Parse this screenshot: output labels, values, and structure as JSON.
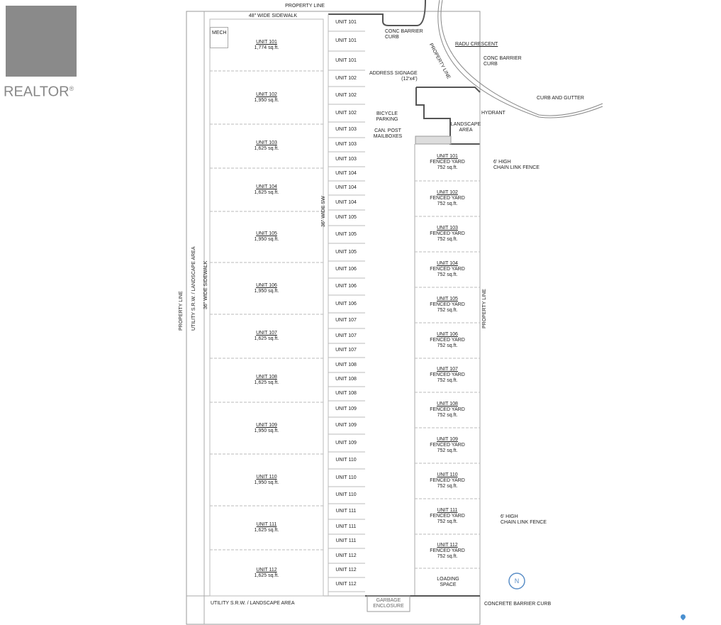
{
  "logo": {
    "text": "REALTOR",
    "mark": "®"
  },
  "labels": {
    "property_line_top": "PROPERTY LINE",
    "sidewalk_48": "48\" WIDE SIDEWALK",
    "mech": "MECH",
    "conc_barrier_curb_1": [
      "CONC BARRIER",
      "CURB"
    ],
    "property_line_curve": "PROPERTY LINE",
    "radu_crescent": "RADU CRESCENT",
    "conc_barrier_curb_2": [
      "CONC BARRIER",
      "CURB"
    ],
    "address_signage": [
      "ADDRESS SIGNAGE",
      "(12'x4')"
    ],
    "curb_and_gutter": "CURB AND GUTTER",
    "bicycle_parking": [
      "BICYCLE",
      "PARKING"
    ],
    "hydrant": "HYDRANT",
    "landscape_area": [
      "LANDSCAPE",
      "AREA"
    ],
    "can_post": [
      "CAN. POST",
      "MAILBOXES"
    ],
    "chain_fence_1": [
      "6' HIGH",
      "CHAIN LINK FENCE"
    ],
    "chain_fence_2": [
      "6' HIGH",
      "CHAIN LINK FENCE"
    ],
    "sw_36": "36\" WIDE SW",
    "property_line_left": "PROPERTY LINE",
    "utility_left": "UTILITY S.R.W. / LANDSCAPE AREA",
    "sidewalk_36_left": "36\" WIDE SIDEWALK",
    "property_line_right": "PROPERTY LINE",
    "loading": [
      "LOADING",
      "SPACE"
    ],
    "utility_bottom": "UTILITY S.R.W. / LANDSCAPE AREA",
    "garbage": [
      "GARBAGE",
      "ENCLOSURE"
    ],
    "concrete_barrier_curb": "CONCRETE BARRIER CURB",
    "north": "N"
  },
  "units": [
    {
      "name": "UNIT 101",
      "area": "1,774 sq.ft."
    },
    {
      "name": "UNIT 102",
      "area": "1,950 sq.ft."
    },
    {
      "name": "UNIT 103",
      "area": "1,625 sq.ft."
    },
    {
      "name": "UNIT 104",
      "area": "1,625 sq.ft."
    },
    {
      "name": "UNIT 105",
      "area": "1,950 sq.ft."
    },
    {
      "name": "UNIT 106",
      "area": "1,950 sq.ft."
    },
    {
      "name": "UNIT 107",
      "area": "1,625 sq.ft."
    },
    {
      "name": "UNIT 108",
      "area": "1,625 sq.ft."
    },
    {
      "name": "UNIT 109",
      "area": "1,950 sq.ft."
    },
    {
      "name": "UNIT 110",
      "area": "1,950 sq.ft."
    },
    {
      "name": "UNIT 111",
      "area": "1,625 sq.ft."
    },
    {
      "name": "UNIT 112",
      "area": "1,625 sq.ft."
    }
  ],
  "stalls": [
    "UNIT 101",
    "UNIT 101",
    "UNIT 101",
    "UNIT 102",
    "UNIT 102",
    "UNIT 102",
    "UNIT 103",
    "UNIT 103",
    "UNIT 103",
    "UNIT 104",
    "UNIT 104",
    "UNIT 104",
    "UNIT 105",
    "UNIT 105",
    "UNIT 105",
    "UNIT 106",
    "UNIT 106",
    "UNIT 106",
    "UNIT 107",
    "UNIT 107",
    "UNIT 107",
    "UNIT 108",
    "UNIT 108",
    "UNIT 108",
    "UNIT 109",
    "UNIT 109",
    "UNIT 109",
    "UNIT 110",
    "UNIT 110",
    "UNIT 110",
    "UNIT 111",
    "UNIT 111",
    "UNIT 111",
    "UNIT 112",
    "UNIT 112",
    "UNIT 112"
  ],
  "yards": [
    {
      "name": "UNIT 101",
      "label": "FENCED YARD",
      "area": "752 sq.ft."
    },
    {
      "name": "UNIT 102",
      "label": "FENCED YARD",
      "area": "752 sq.ft."
    },
    {
      "name": "UNIT 103",
      "label": "FENCED YARD",
      "area": "752 sq.ft."
    },
    {
      "name": "UNIT 104",
      "label": "FENCED YARD",
      "area": "752 sq.ft."
    },
    {
      "name": "UNIT 105",
      "label": "FENCED YARD",
      "area": "752 sq.ft."
    },
    {
      "name": "UNIT 106",
      "label": "FENCED YARD",
      "area": "752 sq.ft."
    },
    {
      "name": "UNIT 107",
      "label": "FENCED YARD",
      "area": "752 sq.ft."
    },
    {
      "name": "UNIT 108",
      "label": "FENCED YARD",
      "area": "752 sq.ft."
    },
    {
      "name": "UNIT 109",
      "label": "FENCED YARD",
      "area": "752 sq.ft."
    },
    {
      "name": "UNIT 110",
      "label": "FENCED YARD",
      "area": "752 sq.ft."
    },
    {
      "name": "UNIT 111",
      "label": "FENCED YARD",
      "area": "752 sq.ft."
    },
    {
      "name": "UNIT 112",
      "label": "FENCED YARD",
      "area": "752 sq.ft."
    }
  ]
}
